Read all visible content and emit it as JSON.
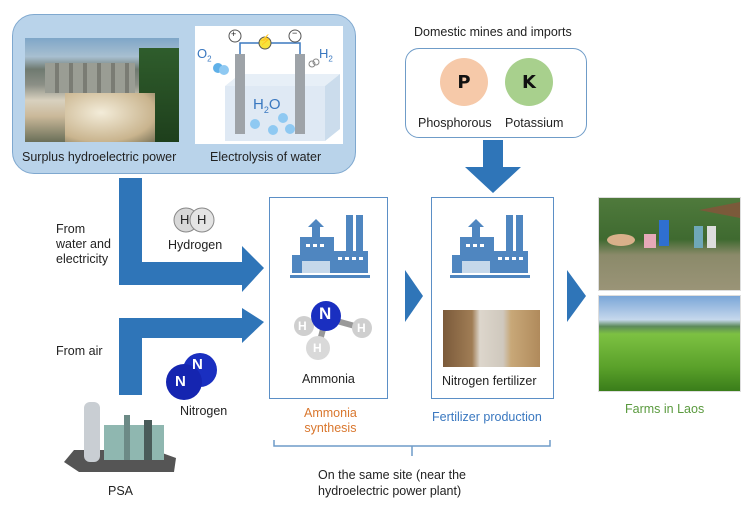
{
  "top_panel": {
    "hydro_label": "Surplus hydroelectric power",
    "electrolysis_label": "Electrolysis of water",
    "electrolysis": {
      "anode_sign": "+",
      "cathode_sign": "−",
      "o2": "O",
      "o2_sub": "2",
      "h2": "H",
      "h2_sub": "2",
      "water": "H",
      "water_sub": "2",
      "water_o": "O"
    }
  },
  "minerals": {
    "title": "Domestic mines and imports",
    "items": [
      {
        "symbol": "P",
        "label": "Phosphorous",
        "color": "#f6c9a9"
      },
      {
        "symbol": "K",
        "label": "Potassium",
        "color": "#a8d08d"
      }
    ]
  },
  "sources": {
    "water_label_lines": [
      "From",
      "water and",
      "electricity"
    ],
    "air_label": "From air",
    "hydrogen": {
      "label": "Hydrogen",
      "atoms": [
        "H",
        "H"
      ]
    },
    "nitrogen": {
      "label": "Nitrogen",
      "atoms": [
        "N",
        "N"
      ]
    },
    "psa_label": "PSA"
  },
  "process": {
    "ammonia": {
      "molecule_label": "Ammonia",
      "center_atom": "N",
      "h_atom": "H",
      "stage_lines": [
        "Ammonia",
        "synthesis"
      ]
    },
    "fertilizer": {
      "product_label": "Nitrogen fertilizer",
      "stage_label": "Fertilizer production"
    },
    "site_note_lines": [
      "On the same site (near the",
      "hydroelectric power plant)"
    ]
  },
  "farms": {
    "label": "Farms in Laos"
  },
  "colors": {
    "arrow_blue": "#2f75b8",
    "factory_blue": "#4f86c0",
    "factory_light": "#c6d8ea",
    "top_panel_bg": "#b9d3ea",
    "orange_text": "#d9772e",
    "blue_text": "#3a78c0",
    "green_text": "#5a9a3e"
  }
}
